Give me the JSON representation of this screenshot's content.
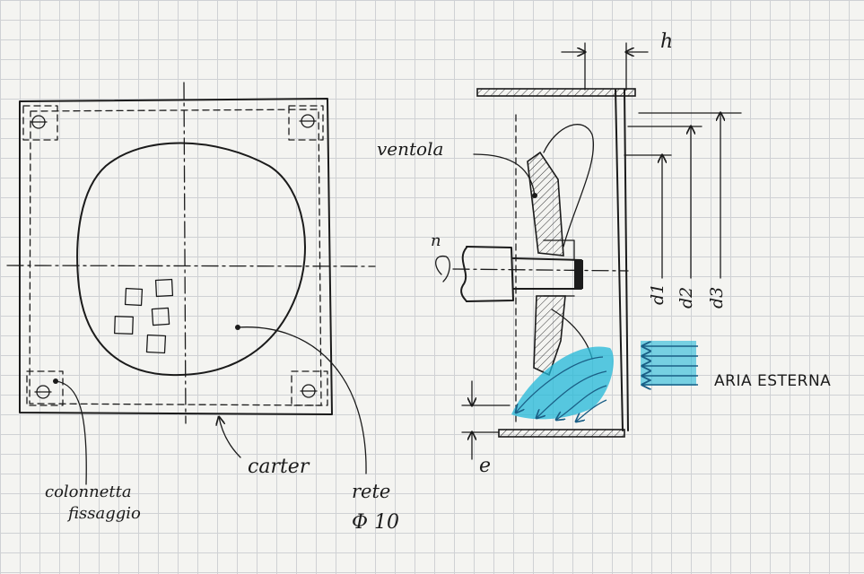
{
  "labels": {
    "ventola": "ventola",
    "n": "n",
    "h": "h",
    "d1": "d1",
    "d2": "d2",
    "d3": "d3",
    "e": "e",
    "aria_esterna": "ARIA ESTERNA",
    "carter": "carter",
    "rete": "rete",
    "rete_dim": "Φ 10",
    "colonnetta_line1": "colonnetta",
    "colonnetta_line2": "fissaggio"
  },
  "colors": {
    "ink": "#1b1b1b",
    "airflow": "#22b8d8",
    "grid": "#cfd1d4",
    "paper": "#f4f4f1"
  }
}
